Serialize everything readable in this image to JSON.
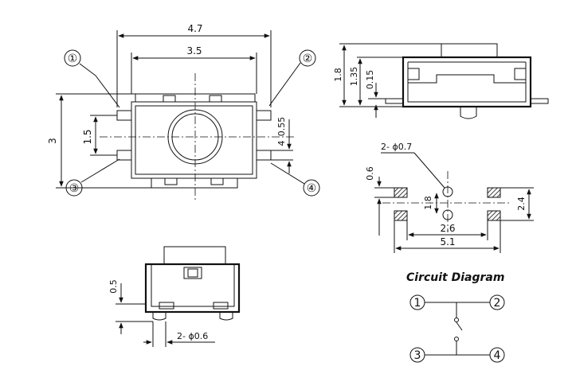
{
  "top_view": {
    "dims": {
      "overall_width": "4.7",
      "body_width": "3.5",
      "height": "3",
      "pin_pitch": "1.5",
      "pin_width": "0.55",
      "pin_offset": "4"
    },
    "pins": [
      "①",
      "②",
      "③",
      "④"
    ]
  },
  "side_view": {
    "dims": {
      "total_height": "1.8",
      "body_height": "1.35",
      "base": "0.15"
    }
  },
  "footprint": {
    "hole_label": "2- ϕ0.7",
    "dims": {
      "pad_size": "0.6",
      "hole_pitch": "1.8",
      "row_pitch": "2.4",
      "inner_width": "2.6",
      "outer_width": "5.1"
    }
  },
  "front_view": {
    "dims": {
      "height": "0.5",
      "peg_label": "2- ϕ0.6"
    }
  },
  "circuit": {
    "title": "Circuit Diagram",
    "pins": [
      "1",
      "2",
      "3",
      "4"
    ]
  }
}
